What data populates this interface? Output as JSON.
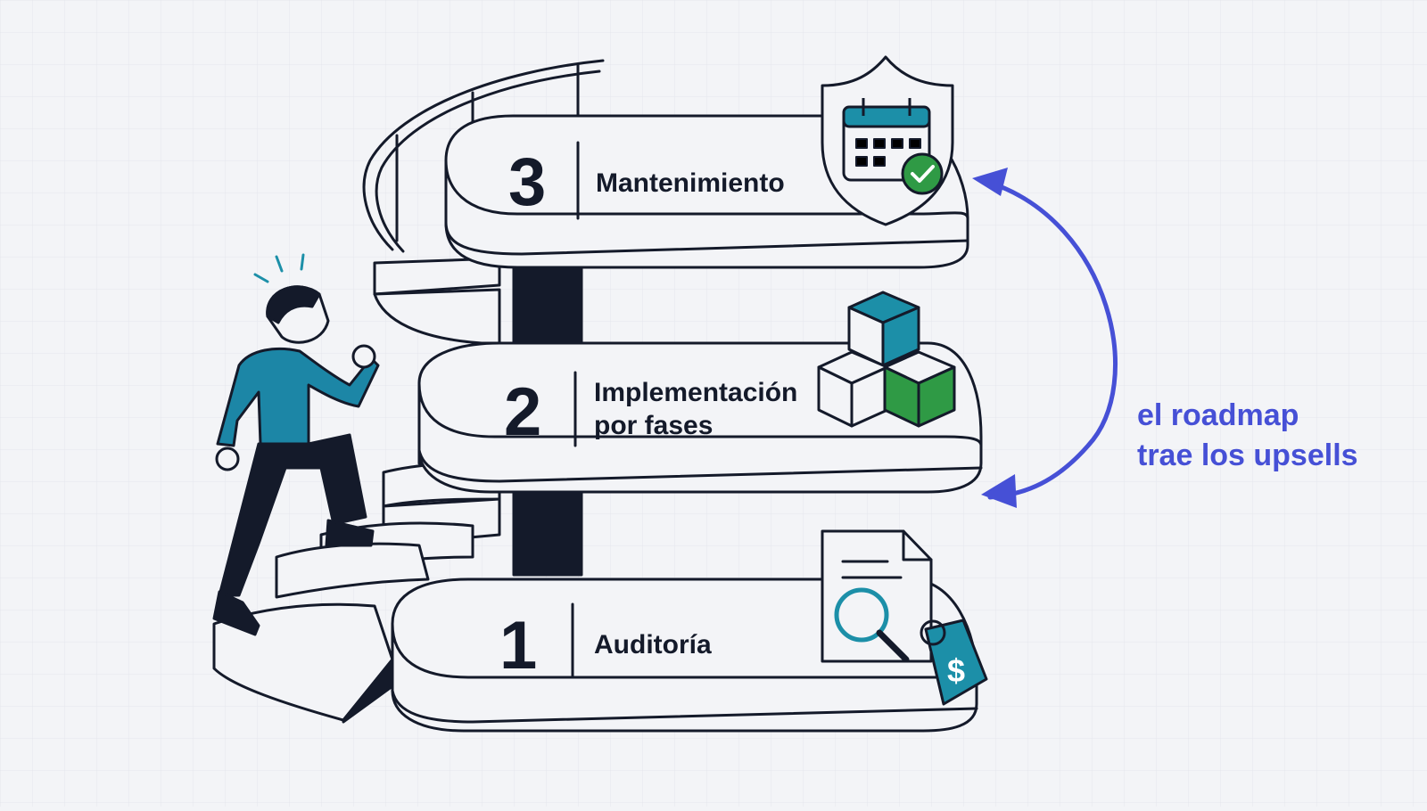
{
  "steps": [
    {
      "number": "1",
      "label": "Auditoría",
      "icon": "document-search-price-tag-icon"
    },
    {
      "number": "2",
      "label_line1": "Implementación",
      "label_line2": "por fases",
      "icon": "cubes-icon"
    },
    {
      "number": "3",
      "label": "Mantenimiento",
      "icon": "shield-calendar-check-icon"
    }
  ],
  "annotation": {
    "line1": "el roadmap",
    "line2": "trae los upsells"
  },
  "price_symbol": "$",
  "colors": {
    "ink": "#141a2a",
    "teal": "#1c8fa8",
    "green": "#2f9a45",
    "accent_blue": "#4650d6",
    "background": "#f3f4f7",
    "shirt": "#1c86a6"
  }
}
